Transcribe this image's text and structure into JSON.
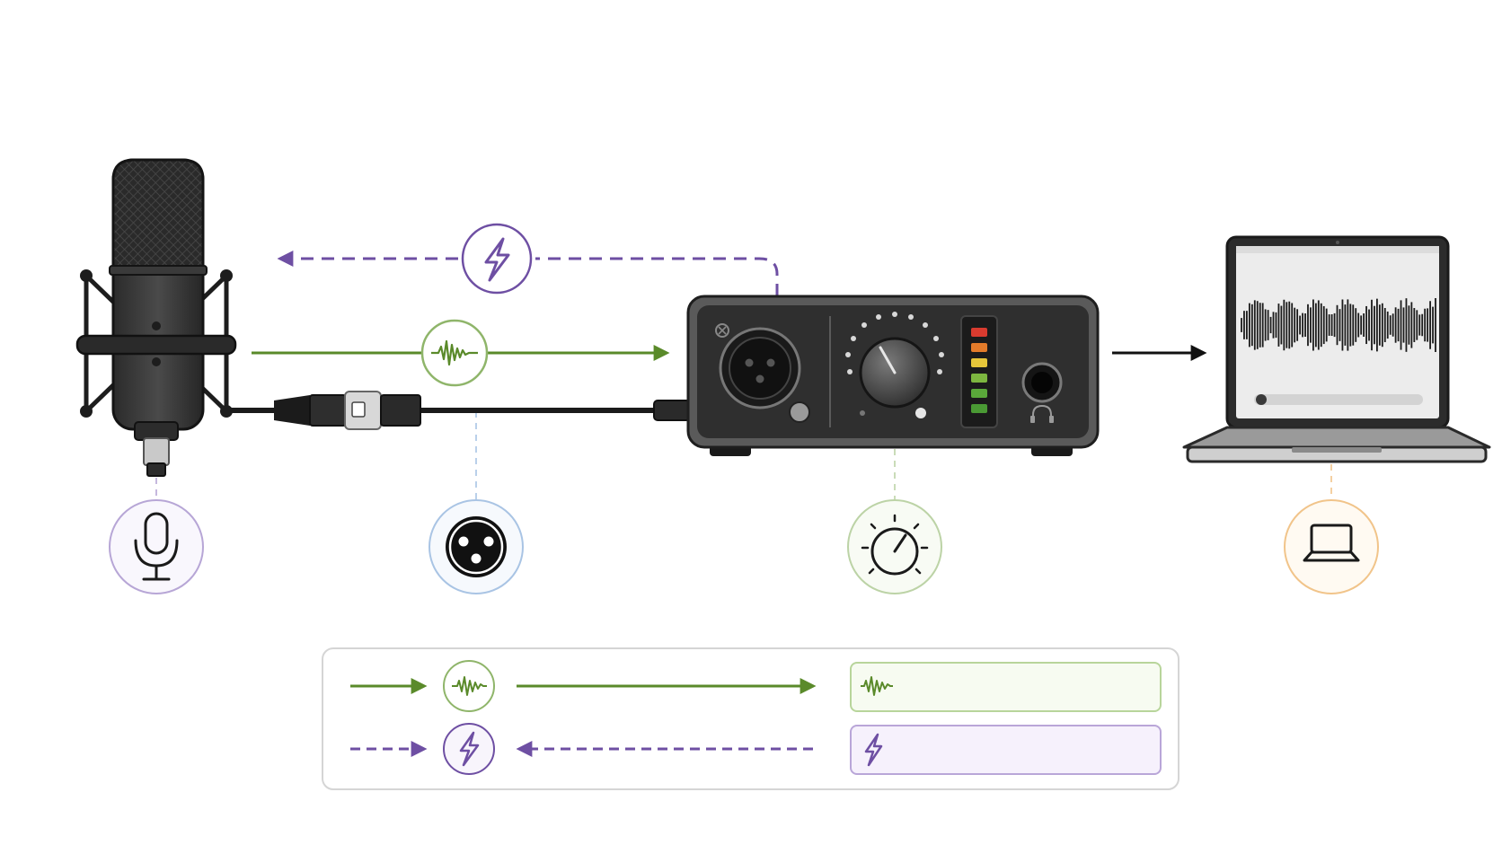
{
  "diagram": {
    "nodes": [
      {
        "id": "microphone",
        "icon": "microphone-icon",
        "ring_color": "#b7a6d6"
      },
      {
        "id": "xlr-cable",
        "icon": "xlr-connector-icon",
        "ring_color": "#a9c4e4"
      },
      {
        "id": "audio-interface",
        "icon": "gain-knob-icon",
        "ring_color": "#bcd3a6"
      },
      {
        "id": "computer",
        "icon": "laptop-icon",
        "ring_color": "#f1c48a"
      }
    ],
    "flows": [
      {
        "id": "phantom-power",
        "style": "dashed",
        "direction": "interface-to-mic",
        "icon": "lightning-icon",
        "color": "#6e4fa3"
      },
      {
        "id": "audio-signal",
        "style": "solid",
        "direction": "mic-to-interface",
        "icon": "waveform-icon",
        "color": "#5a8a2a"
      },
      {
        "id": "digital-audio",
        "style": "solid",
        "direction": "interface-to-computer",
        "color": "#111111"
      }
    ],
    "legend": {
      "rows": [
        {
          "id": "signal",
          "line": "solid",
          "icon": "waveform-icon",
          "color": "#5a8a2a",
          "box_fill": "#f7fbf1"
        },
        {
          "id": "power",
          "line": "dashed",
          "icon": "lightning-icon",
          "color": "#6e4fa3",
          "box_fill": "#f6f1fc"
        }
      ]
    },
    "interface": {
      "meter_colors": [
        "#d93b2f",
        "#e37b2a",
        "#e6c63a",
        "#7db640",
        "#5aa83a",
        "#4a9a34"
      ]
    }
  }
}
